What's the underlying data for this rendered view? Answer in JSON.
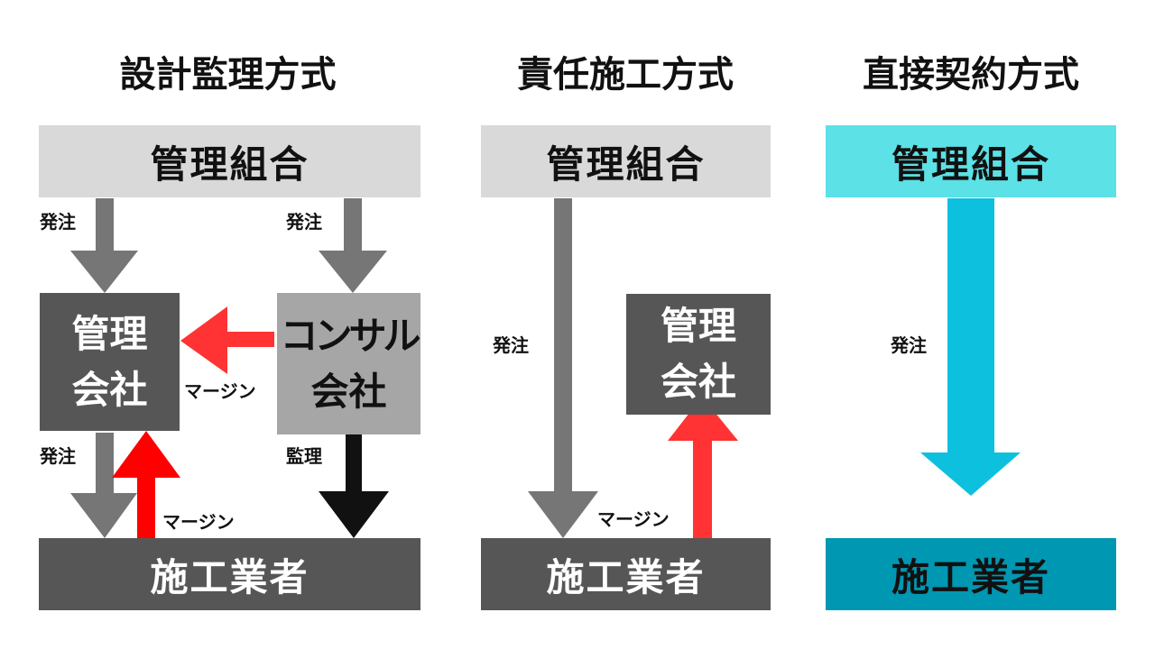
{
  "colors": {
    "light_gray": "#d9d9d9",
    "dark_gray": "#565656",
    "mid_gray": "#a6a6a6",
    "arrow_gray": "#767676",
    "red": "#ff3333",
    "black": "#111111",
    "cyan_light": "#5ce1e6",
    "cyan_arrow": "#0dc0de",
    "cyan_dark": "#0097b2"
  },
  "panels": [
    {
      "title": "設計監理方式",
      "top_box": "管理組合",
      "bottom_box": "施工業者",
      "mgmt_line1": "管理",
      "mgmt_line2": "会社",
      "consul_line1": "コンサル",
      "consul_line2": "会社",
      "label_order_left": "発注",
      "label_order_right": "発注",
      "label_order_lower": "発注",
      "label_margin_side": "マージン",
      "label_margin_lower": "マージン",
      "label_supervise": "監理"
    },
    {
      "title": "責任施工方式",
      "top_box": "管理組合",
      "bottom_box": "施工業者",
      "mgmt_line1": "管理",
      "mgmt_line2": "会社",
      "label_order": "発注",
      "label_margin": "マージン"
    },
    {
      "title": "直接契約方式",
      "top_box": "管理組合",
      "bottom_box": "施工業者",
      "label_order": "発注"
    }
  ]
}
